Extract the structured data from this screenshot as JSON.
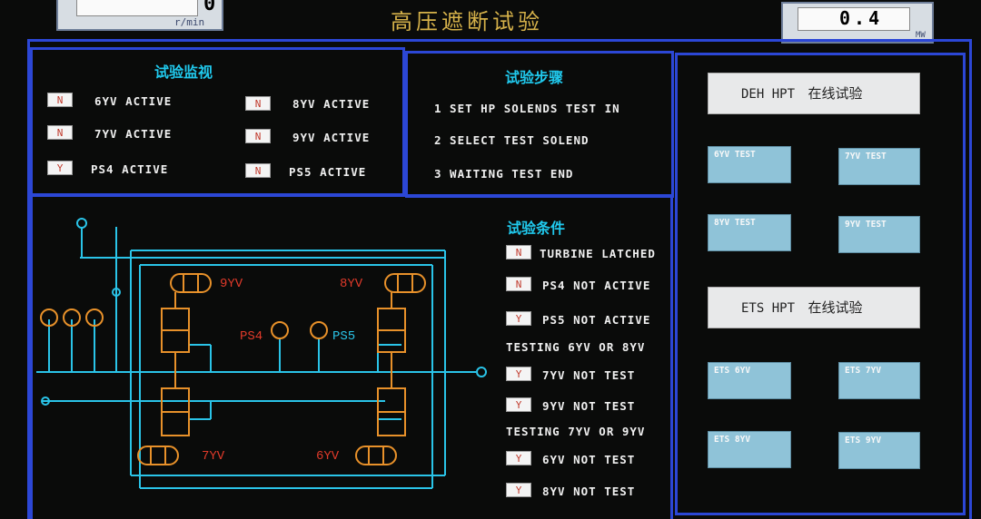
{
  "header": {
    "title": "高压遮断试验",
    "speed": {
      "value": "0",
      "unit": "r/min"
    },
    "load": {
      "value": "0.4",
      "unit": "MW"
    }
  },
  "monitor": {
    "title": "试验监视",
    "rows": [
      {
        "flag": "N",
        "label": "6YV ACTIVE"
      },
      {
        "flag": "N",
        "label": "7YV ACTIVE"
      },
      {
        "flag": "Y",
        "label": "PS4 ACTIVE"
      },
      {
        "flag": "N",
        "label": "8YV ACTIVE"
      },
      {
        "flag": "N",
        "label": "9YV ACTIVE"
      },
      {
        "flag": "N",
        "label": "PS5 ACTIVE"
      }
    ]
  },
  "steps": {
    "title": "试验步骤",
    "items": [
      "1 SET HP SOLENDS TEST IN",
      "2 SELECT TEST SOLEND",
      "3 WAITING TEST END"
    ]
  },
  "conditions": {
    "title": "试验条件",
    "rows": [
      {
        "flag": "N",
        "label": "TURBINE LATCHED"
      },
      {
        "flag": "N",
        "label": "PS4 NOT ACTIVE"
      },
      {
        "flag": "Y",
        "label": "PS5 NOT ACTIVE"
      },
      {
        "flag": "",
        "label": "TESTING 6YV OR 8YV"
      },
      {
        "flag": "Y",
        "label": "7YV NOT TEST"
      },
      {
        "flag": "Y",
        "label": "9YV NOT TEST"
      },
      {
        "flag": "",
        "label": "TESTING 7YV OR 9YV"
      },
      {
        "flag": "Y",
        "label": "6YV NOT TEST"
      },
      {
        "flag": "Y",
        "label": "8YV NOT TEST"
      }
    ]
  },
  "diagram": {
    "labels": {
      "v9": "9YV",
      "v8": "8YV",
      "v7": "7YV",
      "v6": "6YV",
      "ps4": "PS4",
      "ps5": "PS5"
    }
  },
  "controls": {
    "deh_button": {
      "prefix": "DEH HPT",
      "suffix": "在线试验"
    },
    "ets_button": {
      "prefix": "ETS HPT",
      "suffix": "在线试验"
    },
    "deh_tests": [
      "6YV TEST",
      "7YV TEST",
      "8YV TEST",
      "9YV TEST"
    ],
    "ets_tests": [
      "ETS 6YV",
      "ETS 7YV",
      "ETS 8YV",
      "ETS 9YV"
    ]
  },
  "colors": {
    "panel_border": "#2c47d6",
    "pipe": "#2ac4e8",
    "solenoid": "#e8912a",
    "label_red": "#e03a2a",
    "title_gold": "#d6b24a"
  }
}
